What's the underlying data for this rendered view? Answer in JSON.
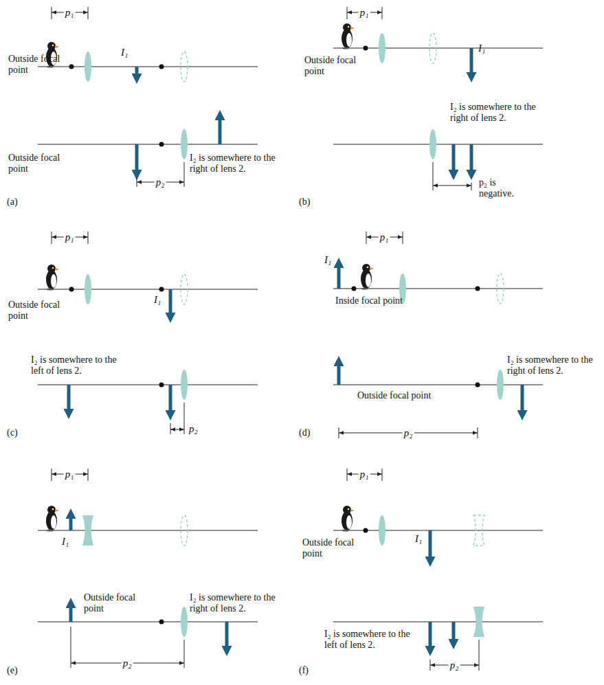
{
  "diagram": {
    "labels": [
      "p₁",
      "Outside focal point",
      "I₁",
      "Outside focal point",
      "I₂ is somewhere to the right of lens 2.",
      "p₂",
      "(a)",
      "p₁",
      "Outside focal point",
      "I₁",
      "I₂ is somewhere to the right of lens 2.",
      "p₂ is negative.",
      "(b)",
      "p₁",
      "Outside focal point",
      "I₁",
      "I₂ is somewhere to the left of lens 2.",
      "p₂",
      "(c)",
      "I₁",
      "p₁",
      "Inside focal point",
      "Outside focal point",
      "I₂ is somewhere to the right of lens 2.",
      "p₂",
      "(d)",
      "p₁",
      "I₁",
      "Outside focal point",
      "I₂ is somewhere to the right of lens 2.",
      "p₂",
      "(e)",
      "p₁",
      "Outside focal point",
      "I₁",
      "I₂ is somewhere to the left of lens 2.",
      "p₂",
      "(f)"
    ]
  }
}
